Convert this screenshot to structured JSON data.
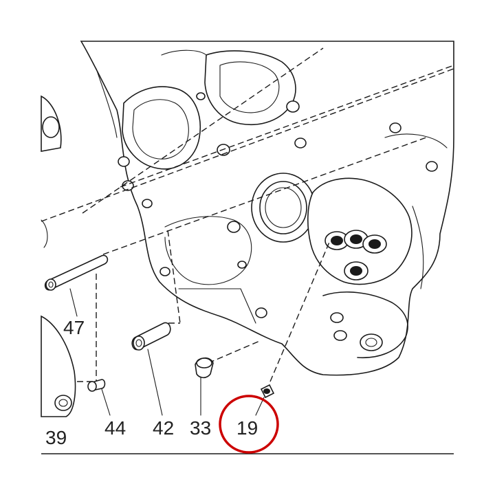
{
  "diagram": {
    "labels": {
      "p47": "47",
      "p44": "44",
      "p42": "42",
      "p33": "33",
      "p19": "19",
      "p39": "39"
    },
    "highlight_color": "#cc0000",
    "line_color": "#1a1a1a"
  }
}
